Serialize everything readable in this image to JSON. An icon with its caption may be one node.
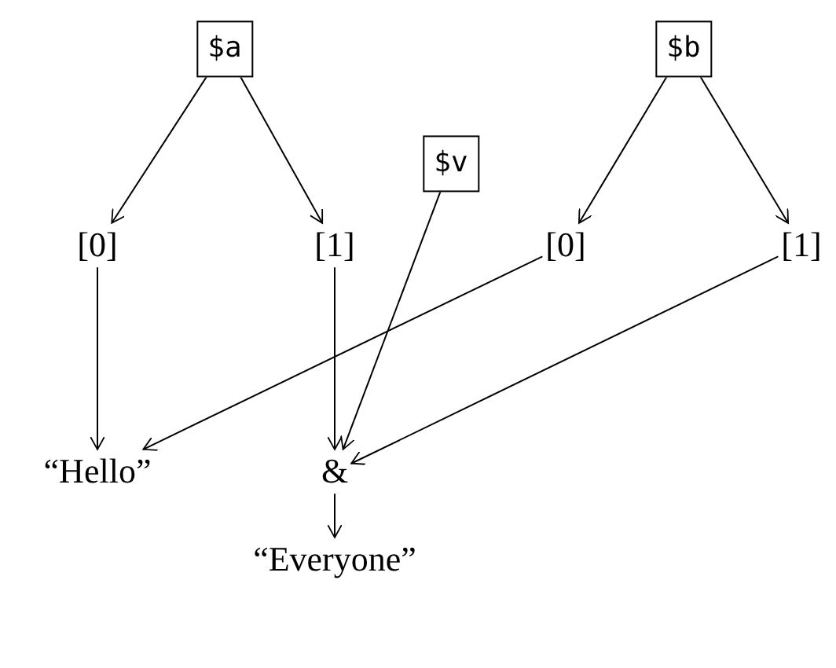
{
  "diagram": {
    "nodes": [
      {
        "text": [
          "$a"
        ]
      },
      {
        "text": [
          "$v"
        ]
      },
      {
        "text": [
          "$b"
        ]
      },
      {
        "text": [
          "[0]"
        ]
      },
      {
        "text": [
          "[1]"
        ]
      },
      {
        "text": [
          "[0]"
        ]
      },
      {
        "text": [
          "[1]"
        ]
      },
      {
        "text": [
          "“Hello”"
        ]
      },
      {
        "text": [
          "&"
        ]
      },
      {
        "text": [
          "“Everyone”"
        ]
      }
    ],
    "edges": [
      {
        "from": 0,
        "to": 3,
        "arrow": "to"
      },
      {
        "from": 0,
        "to": 4,
        "arrow": "to"
      },
      {
        "from": 2,
        "to": 5,
        "arrow": "to"
      },
      {
        "from": 2,
        "to": 6,
        "arrow": "to"
      },
      {
        "from": 3,
        "to": 7,
        "arrow": "to"
      },
      {
        "from": 4,
        "to": 8,
        "arrow": "to"
      },
      {
        "from": 1,
        "to": 8,
        "arrow": "to"
      },
      {
        "from": 5,
        "to": 7,
        "arrow": "to"
      },
      {
        "from": 6,
        "to": 8,
        "arrow": "to"
      },
      {
        "from": 8,
        "to": 9,
        "arrow": "to"
      }
    ]
  }
}
